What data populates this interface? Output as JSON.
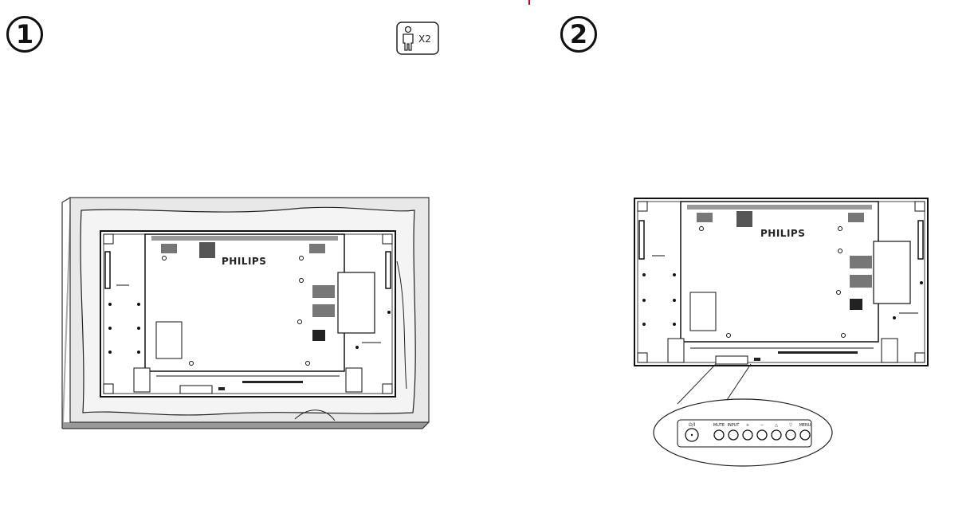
{
  "steps": [
    {
      "number": "1"
    },
    {
      "number": "2"
    }
  ],
  "people_badge": {
    "icon": "person-icon",
    "count_label": "X2"
  },
  "display": {
    "brand": "PHILIPS"
  },
  "keypad": {
    "labels": [
      "⏻/I",
      "MUTE",
      "INPUT",
      "+",
      "−",
      "△",
      "▽",
      "MENU"
    ]
  },
  "colors": {
    "accent": "#e00000",
    "line": "#111111",
    "cloth": "#f0f0f0",
    "shadow": "#999999"
  }
}
